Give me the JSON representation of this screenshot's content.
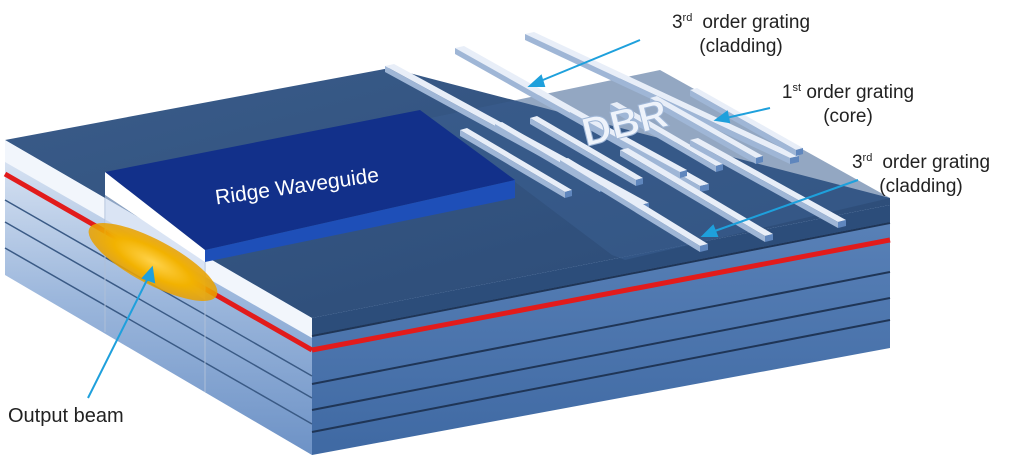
{
  "labels": {
    "ridge_waveguide": "Ridge Waveguide",
    "dbr": "DBR",
    "output_beam": "Output beam",
    "grating_top": {
      "ordinal": "3",
      "suffix": "rd",
      "line1_rest": "order grating",
      "line2": "(cladding)"
    },
    "grating_core": {
      "ordinal": "1",
      "suffix": "st",
      "line1_rest": "order grating",
      "line2": "(core)"
    },
    "grating_bottom": {
      "ordinal": "3",
      "suffix": "rd",
      "line1_rest": "order grating",
      "line2": "(cladding)"
    }
  },
  "colors": {
    "top_surface": "#2f4f7a",
    "layer_light": "#6f95c8",
    "layer_mid": "#4d78b0",
    "active_layer": "#e21b1b",
    "ridge_top": "#12308a",
    "ridge_side": "#1e4fb8",
    "grating_bar": "#e8eef8",
    "beam": "#f0b000",
    "arrow": "#1ea0dc"
  }
}
